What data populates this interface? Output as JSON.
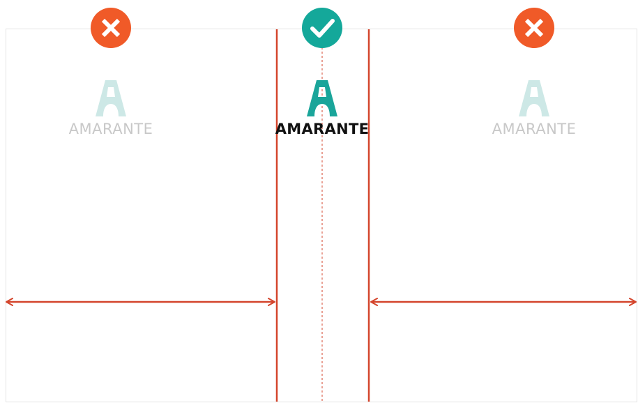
{
  "logos": {
    "left": {
      "wordmark": "AMARANTE",
      "state": "incorrect"
    },
    "center": {
      "wordmark": "AMARANTE",
      "state": "correct"
    },
    "right": {
      "wordmark": "AMARANTE",
      "state": "incorrect"
    }
  },
  "icons": {
    "left_badge": "cross-icon",
    "center_badge": "checkmark-icon",
    "right_badge": "cross-icon"
  },
  "colors": {
    "incorrect": "#F05A28",
    "correct": "#14A89A",
    "guide_lines": "#D4452C",
    "logo_mark_active": "#1AA59A",
    "logo_mark_faded": "#CDE8E6",
    "wordmark_faded": "#C8C8C8",
    "wordmark_active": "#111111",
    "frame_border": "#E3E3E3"
  }
}
